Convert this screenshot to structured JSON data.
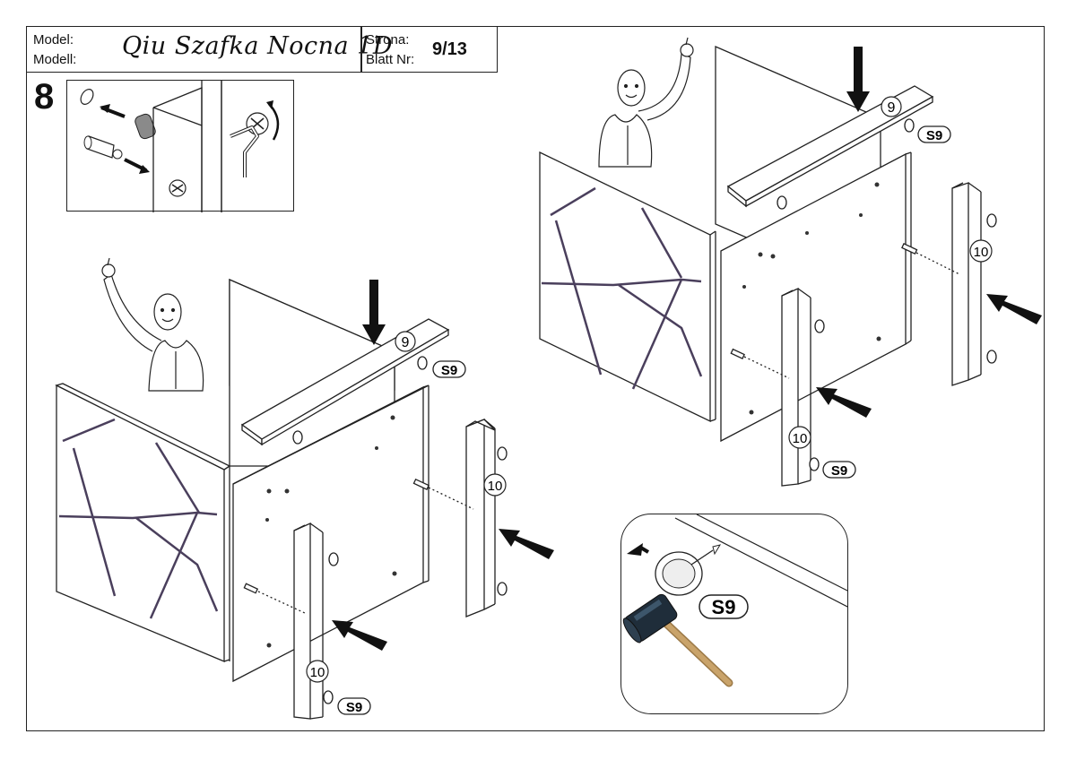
{
  "header": {
    "model_label": "Model:",
    "modell_label": "Modell:",
    "model_name": "Qiu Szafka Nocna 1D",
    "strona_label": "Strona:",
    "blatt_label": "Blatt Nr:",
    "page_value": "9/13"
  },
  "step": {
    "number": "8"
  },
  "parts": {
    "top_panel": "9",
    "side_strip": "10",
    "fitting": "S9"
  },
  "colors": {
    "line": "#222222",
    "arrow": "#111111",
    "groove": "#4a3f5c",
    "hammer_head": "#1f2d3a",
    "hammer_handle": "#c9a36a"
  }
}
